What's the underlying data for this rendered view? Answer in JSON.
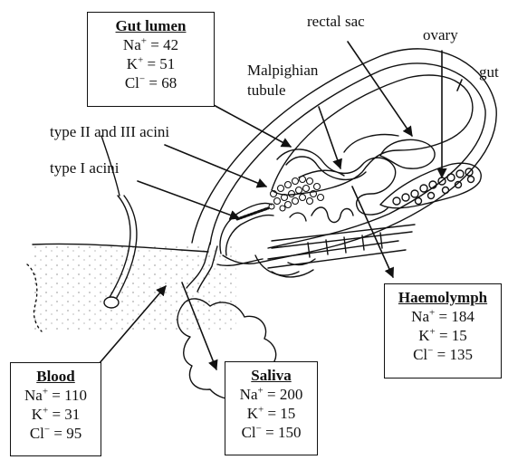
{
  "labels": {
    "rectal_sac": "rectal sac",
    "ovary": "ovary",
    "gut": "gut",
    "malpighian_line1": "Malpighian",
    "malpighian_line2": "tubule",
    "acini_2_3": "type II and III acini",
    "acini_1": "type I acini"
  },
  "boxes": {
    "gut_lumen": {
      "title": "Gut lumen",
      "ions": [
        {
          "ion": "Na",
          "charge": "+",
          "sep": " = ",
          "value": "42"
        },
        {
          "ion": "K",
          "charge": "+",
          "sep": "  = ",
          "value": "51"
        },
        {
          "ion": "Cl",
          "charge": "−",
          "sep": " = ",
          "value": "68"
        }
      ]
    },
    "haemolymph": {
      "title": "Haemolymph",
      "ions": [
        {
          "ion": "Na",
          "charge": "+",
          "sep": " = ",
          "value": "184"
        },
        {
          "ion": "K",
          "charge": "+",
          "sep": " = ",
          "value": "15"
        },
        {
          "ion": "Cl",
          "charge": "−",
          "sep": " = ",
          "value": "135"
        }
      ]
    },
    "blood": {
      "title": "Blood",
      "ions": [
        {
          "ion": "Na",
          "charge": "+",
          "sep": " = ",
          "value": "110"
        },
        {
          "ion": "K",
          "charge": "+",
          "sep": " = ",
          "value": "31"
        },
        {
          "ion": "Cl",
          "charge": "−",
          "sep": " = ",
          "value": "95"
        }
      ]
    },
    "saliva": {
      "title": "Saliva",
      "ions": [
        {
          "ion": "Na",
          "charge": "+",
          "sep": " = ",
          "value": "200"
        },
        {
          "ion": "K",
          "charge": "+",
          "sep": " = ",
          "value": "15"
        },
        {
          "ion": "Cl",
          "charge": "−",
          "sep": " = ",
          "value": "150"
        }
      ]
    }
  }
}
